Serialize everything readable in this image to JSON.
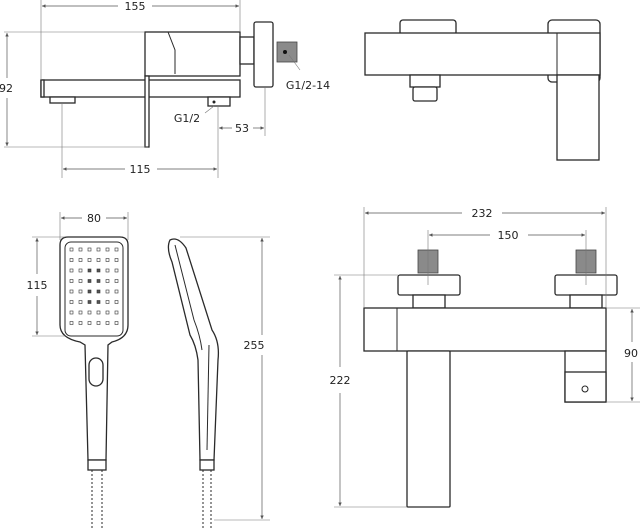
{
  "title": "Bath mixer with hand shower - dimension drawing",
  "side_view": {
    "width": "155",
    "height": "92",
    "spout_to_inlet": "115",
    "eccentric_offset": "53",
    "inlet_thread": "G1/2",
    "eccentric_thread": "G1/2-14"
  },
  "hand_shower": {
    "head_width": "80",
    "head_height": "115",
    "length": "255"
  },
  "front_view": {
    "width": "232",
    "inlet_spacing": "150",
    "height": "222",
    "body_height": "90"
  }
}
